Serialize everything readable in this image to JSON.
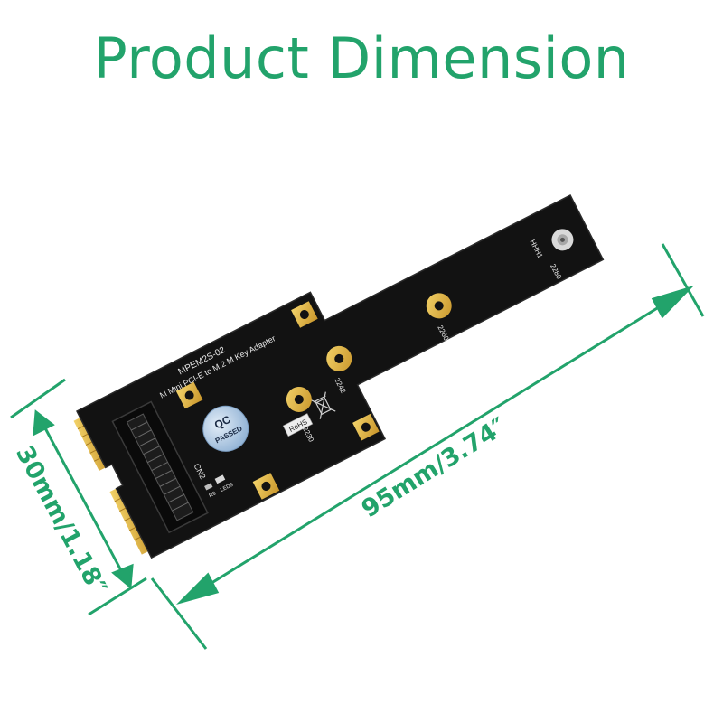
{
  "title": "Product Dimension",
  "colors": {
    "accent": "#22a36b",
    "pcb": "#121212",
    "gold": "#e0b53a",
    "qc_sticker": "#bfd4ea"
  },
  "dimensions": {
    "length": "95mm/3.74″",
    "width": "30mm/1.18″"
  },
  "board": {
    "model": "MPEM2S-02",
    "description": "Mini PCI-E to M.2 M Key Adapter",
    "key_label": "M",
    "connector_label": "CN2",
    "qc_line1": "QC",
    "qc_line2": "PASSED",
    "rohs": "RoHS",
    "length_marks": [
      "2230",
      "2242",
      "2260",
      "2280"
    ],
    "hole_label": "HHH1",
    "component_labels": [
      "R9",
      "LED3"
    ]
  }
}
